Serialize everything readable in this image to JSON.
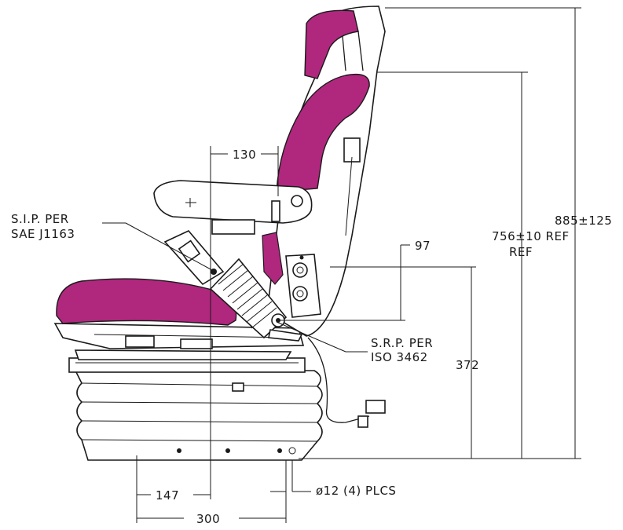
{
  "colors": {
    "upholstery": "#b0277e",
    "line": "#1a1a1a",
    "background": "#ffffff"
  },
  "labels": {
    "sip_line1": "S.I.P. PER",
    "sip_line2": "SAE J1163",
    "srp_line1": "S.R.P. PER",
    "srp_line2": "ISO 3462",
    "dim_130": "130",
    "dim_97": "97",
    "dim_372": "372",
    "dim_756_line1": "756±10 REF",
    "dim_756_line2": "REF",
    "dim_885": "885±125",
    "dim_147": "147",
    "dim_300": "300",
    "hole_spec": "ø12 (4) PLCS"
  }
}
